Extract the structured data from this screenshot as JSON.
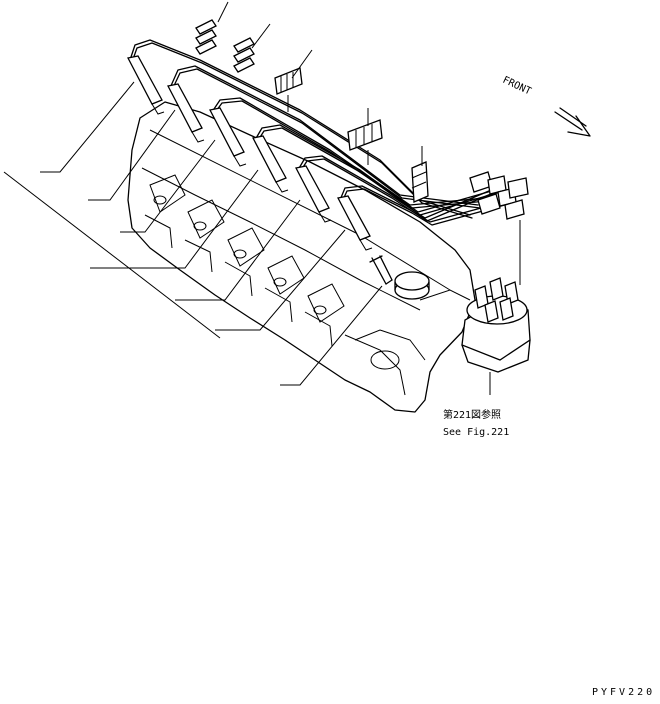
{
  "diagram": {
    "front_label": "FRONT",
    "ref_jp": "第221図参照",
    "ref_en": "See Fig.221",
    "code": "PYFV220",
    "colors": {
      "ink": "#000000",
      "paper": "#ffffff"
    }
  }
}
